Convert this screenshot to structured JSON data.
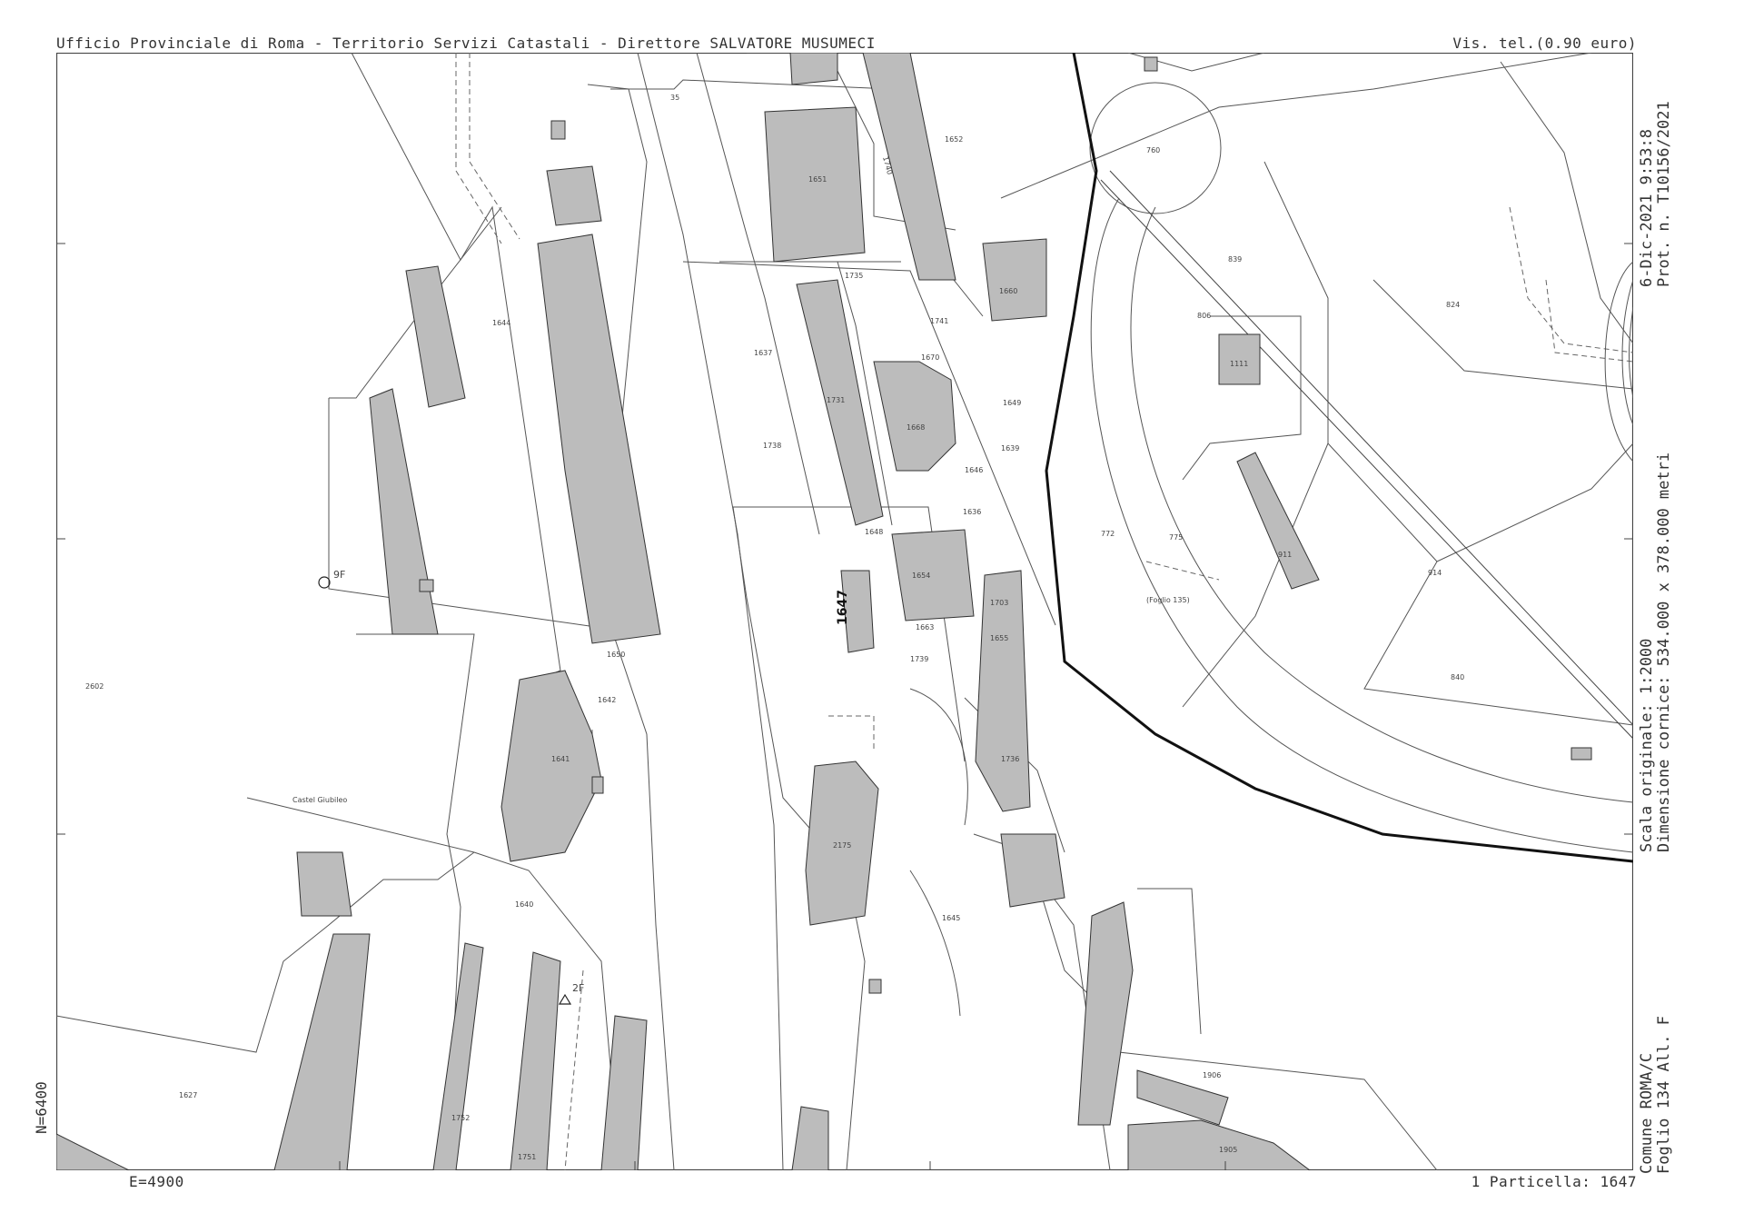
{
  "header": {
    "left": "Ufficio Provinciale di Roma - Territorio Servizi Catastali - Direttore SALVATORE MUSUMECI",
    "right": "Vis. tel.(0.90 euro)"
  },
  "side": {
    "date_line": "6-Dic-2021 9:53:8",
    "prot_line": "Prot. n. T10156/2021",
    "scale_line": "Scala originale: 1:2000",
    "dim_line": "Dimensione cornice: 534.000 x 378.000 metri",
    "comune_line": "Comune ROMA/C",
    "foglio_line": "Foglio 134 All. F"
  },
  "footer": {
    "coord_e": "E=4900",
    "coord_n": "N=6400",
    "particella": "1 Particella: 1647"
  },
  "parcels": [
    {
      "id": "p1651",
      "label": "1651"
    },
    {
      "id": "p1652",
      "label": "1652"
    },
    {
      "id": "p1740",
      "label": "1740"
    },
    {
      "id": "p760",
      "label": "760"
    },
    {
      "id": "p839",
      "label": "839"
    },
    {
      "id": "p824",
      "label": "824"
    },
    {
      "id": "p1644",
      "label": "1644"
    },
    {
      "id": "p1660",
      "label": "1660"
    },
    {
      "id": "p1741",
      "label": "1741"
    },
    {
      "id": "p1735",
      "label": "1735"
    },
    {
      "id": "p1637",
      "label": "1637"
    },
    {
      "id": "p1731",
      "label": "1731"
    },
    {
      "id": "p1670",
      "label": "1670"
    },
    {
      "id": "p1668",
      "label": "1668"
    },
    {
      "id": "p1649",
      "label": "1649"
    },
    {
      "id": "p1639",
      "label": "1639"
    },
    {
      "id": "p1738",
      "label": "1738"
    },
    {
      "id": "p1646",
      "label": "1646"
    },
    {
      "id": "p1636",
      "label": "1636"
    },
    {
      "id": "p1648",
      "label": "1648"
    },
    {
      "id": "p1654",
      "label": "1654"
    },
    {
      "id": "p1647",
      "label": "1647"
    },
    {
      "id": "p1703",
      "label": "1703"
    },
    {
      "id": "p1655",
      "label": "1655"
    },
    {
      "id": "p772",
      "label": "772"
    },
    {
      "id": "p775",
      "label": "775"
    },
    {
      "id": "p911",
      "label": "911"
    },
    {
      "id": "p914",
      "label": "914"
    },
    {
      "id": "p840",
      "label": "840"
    },
    {
      "id": "p1111",
      "label": "1111"
    },
    {
      "id": "p806",
      "label": "806"
    },
    {
      "id": "p1650",
      "label": "1650"
    },
    {
      "id": "p1642",
      "label": "1642"
    },
    {
      "id": "p1641",
      "label": "1641"
    },
    {
      "id": "p2602",
      "label": "2602"
    },
    {
      "id": "p2175",
      "label": "2175"
    },
    {
      "id": "p1645",
      "label": "1645"
    },
    {
      "id": "p1640",
      "label": "1640"
    },
    {
      "id": "p1627",
      "label": "1627"
    },
    {
      "id": "p1752",
      "label": "1752"
    },
    {
      "id": "p1751",
      "label": "1751"
    },
    {
      "id": "p1906",
      "label": "1906"
    },
    {
      "id": "p1905",
      "label": "1905"
    },
    {
      "id": "p1736",
      "label": "1736"
    },
    {
      "id": "p35",
      "label": "35"
    },
    {
      "id": "p1663",
      "label": "1663"
    },
    {
      "id": "p1739",
      "label": "1739"
    }
  ],
  "markers": {
    "m9f": "9F",
    "m2f": "2F"
  },
  "notes": {
    "foglio_ref": "(Foglio 135)",
    "castel": "Castel Giubileo"
  }
}
